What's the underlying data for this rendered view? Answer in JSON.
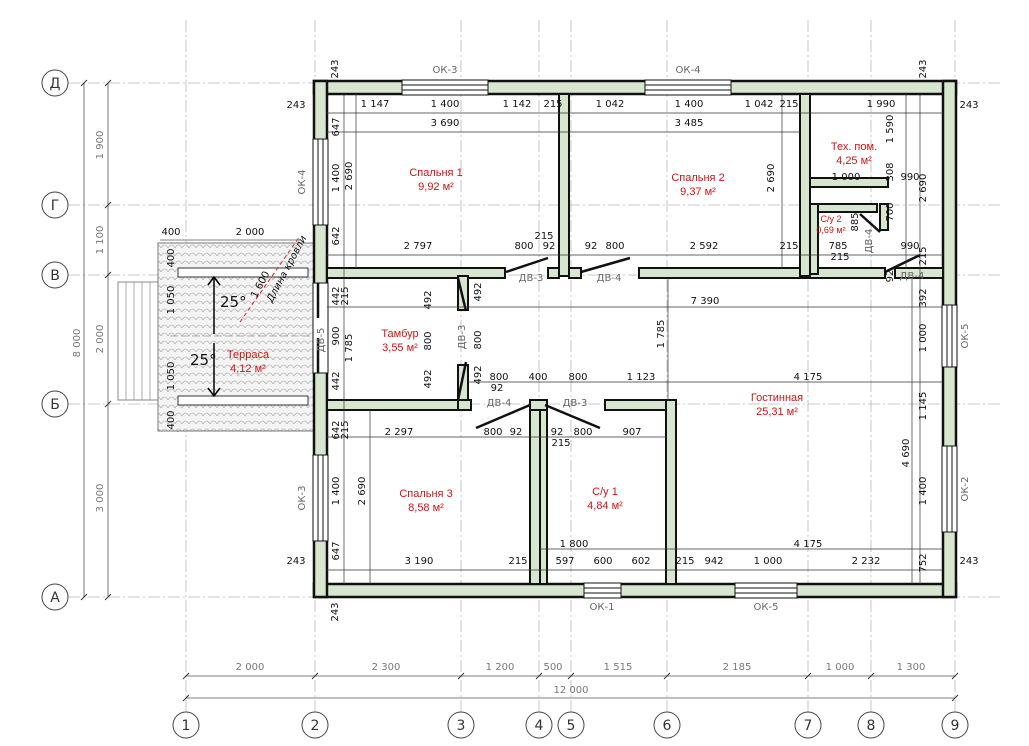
{
  "axes": {
    "cols": [
      "1",
      "2",
      "3",
      "4",
      "5",
      "6",
      "7",
      "8",
      "9"
    ],
    "rows": [
      "Д",
      "Г",
      "В",
      "Б",
      "А"
    ]
  },
  "rooms": {
    "bed1": {
      "name": "Спальня 1",
      "area": "9,92 м²"
    },
    "bed2": {
      "name": "Спальня 2",
      "area": "9,37 м²"
    },
    "tech": {
      "name": "Тех. пом.",
      "area": "4,25 м²"
    },
    "wc2": {
      "name": "С/у 2",
      "area": "0,69 м²"
    },
    "vest": {
      "name": "Тамбур",
      "area": "3,55 м²"
    },
    "terr": {
      "name": "Терраса",
      "area": "4,12 м²"
    },
    "bed3": {
      "name": "Спальня 3",
      "area": "8,58 м²"
    },
    "wc1": {
      "name": "С/у 1",
      "area": "4,84 м²"
    },
    "living": {
      "name": "Гостинная",
      "area": "25,31 м²"
    }
  },
  "labels": {
    "ok3_top": "ОК-3",
    "ok4_top": "ОК-4",
    "ok4_left": "ОК-4",
    "ok3_left": "ОК-3",
    "ok5_right": "ОК-5",
    "ok2_right": "ОК-2",
    "ok1_bottom": "ОК-1",
    "ok5_bottom": "ОК-5",
    "dv5": "ДВ-5",
    "dv3_a": "ДВ-3",
    "dv4_a": "ДВ-4",
    "dv3_b": "ДВ-3",
    "dv4_b": "ДВ-4",
    "dv3_c": "ДВ-3",
    "dv4_c": "ДВ-4",
    "dv4_d": "ДВ-4",
    "roof_len": "Длина кровли",
    "angle1": "25°",
    "angle2": "25°"
  },
  "dims_h": [
    [
      "1 147",
      375,
      107
    ],
    [
      "1 400",
      445,
      107
    ],
    [
      "1 142",
      517,
      107
    ],
    [
      "215",
      553,
      107
    ],
    [
      "1 042",
      610,
      107
    ],
    [
      "1 400",
      689,
      107
    ],
    [
      "1 042",
      759,
      107
    ],
    [
      "215",
      789,
      107
    ],
    [
      "1 990",
      881,
      107
    ],
    [
      "3 690",
      445,
      126
    ],
    [
      "3 485",
      689,
      126
    ],
    [
      "1 000",
      846,
      180
    ],
    [
      "990",
      910,
      180
    ],
    [
      "785",
      838,
      249
    ],
    [
      "990",
      910,
      249
    ],
    [
      "215",
      840,
      260
    ],
    [
      "2 797",
      418,
      249
    ],
    [
      "800",
      524,
      249
    ],
    [
      "92",
      549,
      249
    ],
    [
      "215",
      544,
      239
    ],
    [
      "92",
      591,
      249
    ],
    [
      "800",
      615,
      249
    ],
    [
      "2 592",
      704,
      249
    ],
    [
      "215",
      789,
      249
    ],
    [
      "7 390",
      705,
      304
    ],
    [
      "800",
      499,
      380
    ],
    [
      "400",
      538,
      380
    ],
    [
      "800",
      578,
      380
    ],
    [
      "1 123",
      641,
      380
    ],
    [
      "4 175",
      808,
      380
    ],
    [
      "92",
      497,
      391
    ],
    [
      "2 297",
      399,
      435
    ],
    [
      "800",
      493,
      435
    ],
    [
      "92",
      516,
      435
    ],
    [
      "92",
      557,
      435
    ],
    [
      "800",
      583,
      435
    ],
    [
      "215",
      561,
      446
    ],
    [
      "907",
      632,
      435
    ],
    [
      "1 800",
      574,
      547
    ],
    [
      "4 175",
      808,
      547
    ],
    [
      "3 190",
      419,
      564
    ],
    [
      "215",
      518,
      564
    ],
    [
      "597",
      565,
      564
    ],
    [
      "600",
      603,
      564
    ],
    [
      "602",
      641,
      564
    ],
    [
      "215",
      685,
      564
    ],
    [
      "942",
      714,
      564
    ],
    [
      "1 000",
      768,
      564
    ],
    [
      "2 232",
      866,
      564
    ],
    [
      "400",
      171,
      235
    ],
    [
      "2 000",
      250,
      235
    ],
    [
      "2 000",
      250,
      670
    ],
    [
      "2 300",
      386,
      670
    ],
    [
      "1 200",
      500,
      670
    ],
    [
      "500",
      553,
      670
    ],
    [
      "1 515",
      618,
      670
    ],
    [
      "2 185",
      737,
      670
    ],
    [
      "1 000",
      840,
      670
    ],
    [
      "1 300",
      911,
      670
    ],
    [
      "12 000",
      571,
      693
    ]
  ],
  "dims_h_side": [
    [
      "243",
      296,
      108
    ],
    [
      "243",
      969,
      108
    ],
    [
      "243",
      296,
      564
    ],
    [
      "243",
      969,
      564
    ]
  ],
  "dims_v": [
    [
      "243",
      338,
      69
    ],
    [
      "243",
      926,
      69
    ],
    [
      "647",
      339,
      127
    ],
    [
      "2 690",
      352,
      176
    ],
    [
      "1 400",
      339,
      178
    ],
    [
      "642",
      339,
      236
    ],
    [
      "1 590",
      893,
      129
    ],
    [
      "2 690",
      774,
      178
    ],
    [
      "308",
      893,
      172
    ],
    [
      "700",
      893,
      212
    ],
    [
      "885",
      858,
      222
    ],
    [
      "2 690",
      926,
      188
    ],
    [
      "215",
      926,
      256
    ],
    [
      "392",
      926,
      298
    ],
    [
      "92",
      893,
      276
    ],
    [
      "442",
      339,
      296
    ],
    [
      "215",
      348,
      296
    ],
    [
      "900",
      339,
      336
    ],
    [
      "1 785",
      352,
      348
    ],
    [
      "442",
      339,
      381
    ],
    [
      "492",
      431,
      300
    ],
    [
      "800",
      431,
      341
    ],
    [
      "492",
      431,
      379
    ],
    [
      "492",
      481,
      292
    ],
    [
      "800",
      481,
      340
    ],
    [
      "492",
      481,
      375
    ],
    [
      "1 785",
      664,
      334
    ],
    [
      "1 000",
      926,
      338
    ],
    [
      "4 690",
      909,
      453
    ],
    [
      "1 145",
      926,
      406
    ],
    [
      "1 400",
      926,
      491
    ],
    [
      "752",
      926,
      563
    ],
    [
      "243",
      338,
      612
    ],
    [
      "642",
      339,
      430
    ],
    [
      "215",
      348,
      430
    ],
    [
      "2 690",
      365,
      491
    ],
    [
      "1 400",
      339,
      491
    ],
    [
      "647",
      339,
      551
    ],
    [
      "1 900",
      103,
      145
    ],
    [
      "1 100",
      103,
      240
    ],
    [
      "8 000",
      80,
      343
    ],
    [
      "2 000",
      103,
      339
    ],
    [
      "3 000",
      103,
      498
    ],
    [
      "400",
      174,
      258
    ],
    [
      "1 050",
      174,
      300
    ],
    [
      "1 050",
      174,
      376
    ],
    [
      "400",
      174,
      420
    ]
  ],
  "dims_v_small": [
    [
      "1 600",
      263,
      286
    ]
  ]
}
